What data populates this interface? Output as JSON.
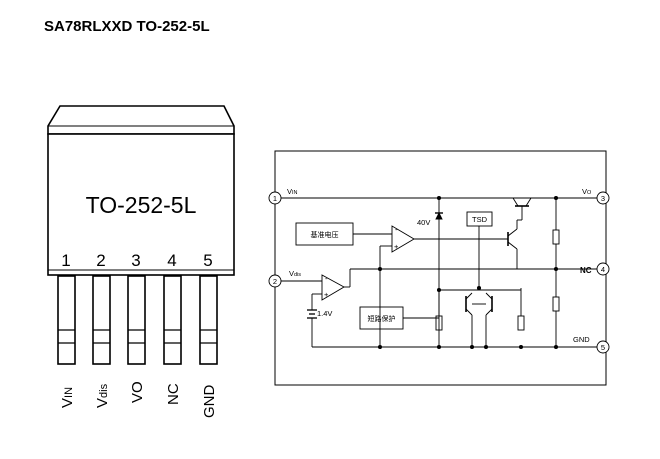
{
  "title": "SA78RLXXD TO-252-5L",
  "package": {
    "label": "TO-252-5L",
    "pins": [
      {
        "num": "1",
        "name_main": "V",
        "name_sub": "IN"
      },
      {
        "num": "2",
        "name_main": "V",
        "name_sub": "dis"
      },
      {
        "num": "3",
        "name_main": "VO",
        "name_sub": ""
      },
      {
        "num": "4",
        "name_main": "NC",
        "name_sub": ""
      },
      {
        "num": "5",
        "name_main": "GND",
        "name_sub": ""
      }
    ]
  },
  "schematic": {
    "pins": {
      "p1": {
        "num": "1",
        "main": "V",
        "sub": "IN"
      },
      "p2": {
        "num": "2",
        "main": "V",
        "sub": "dis"
      },
      "p3": {
        "num": "3",
        "main": "V",
        "sub": "O"
      },
      "p4": {
        "num": "4",
        "label": "NC"
      },
      "p5": {
        "num": "5",
        "label": "GND"
      }
    },
    "blocks": {
      "vref": "基准电压",
      "short_protect": "短路保护",
      "tsd": "TSD"
    },
    "labels": {
      "zener": "40V",
      "battery": "1.4V",
      "minus": "-",
      "plus": "+"
    }
  }
}
